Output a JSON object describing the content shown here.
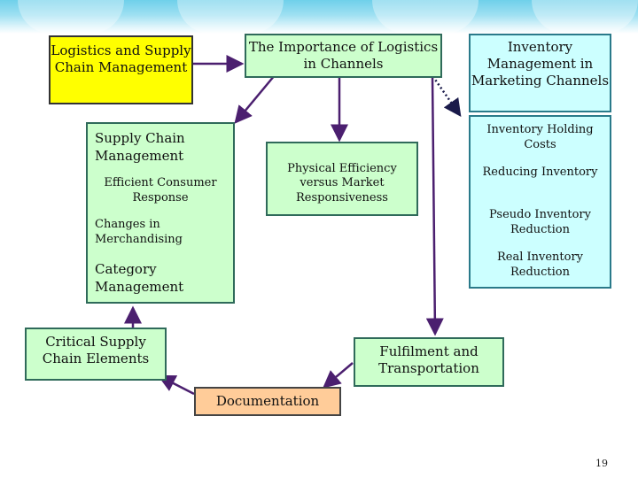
{
  "header": {
    "accent": "#6fd0ea"
  },
  "nodes": {
    "logistics_scm": "Logistics and Supply Chain Management",
    "importance": "The Importance of Logistics in Channels",
    "inventory_mgmt": "Inventory Management in Marketing Channels",
    "scm_panel": {
      "title": "Supply Chain Management",
      "ecr": "Efficient Consumer Response",
      "merch": "Changes in Merchandising",
      "category": "Category Management"
    },
    "physical_eff": "Physical Efficiency versus Market Responsiveness",
    "inventory_panel": {
      "holding": "Inventory Holding Costs",
      "reducing": "Reducing Inventory",
      "pseudo": "Pseudo Inventory Reduction",
      "real": "Real Inventory Reduction"
    },
    "critical": "Critical Supply Chain Elements",
    "fulfilment": "Fulfilment and Transportation",
    "documentation": "Documentation"
  },
  "colors": {
    "yellow": "#ffff00",
    "green": "#ccffcc",
    "cyan": "#ccffff",
    "orange": "#ffcc99",
    "arrow": "#4b1f6f"
  },
  "page_number": "19"
}
